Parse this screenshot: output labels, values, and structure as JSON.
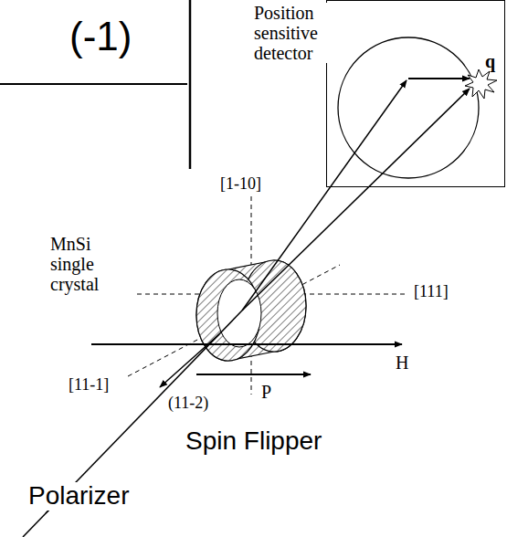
{
  "diagram": {
    "nodes": [
      {
        "text": [
          "Position sensitive detector"
        ]
      }
    ],
    "labels": [
      "(-1)",
      "[1-10]",
      "MnSi single crystal",
      "[111]",
      "[11-1]",
      "H",
      "P",
      "(11-2)",
      "Spin Flipper",
      "Polarizer",
      "q"
    ]
  }
}
